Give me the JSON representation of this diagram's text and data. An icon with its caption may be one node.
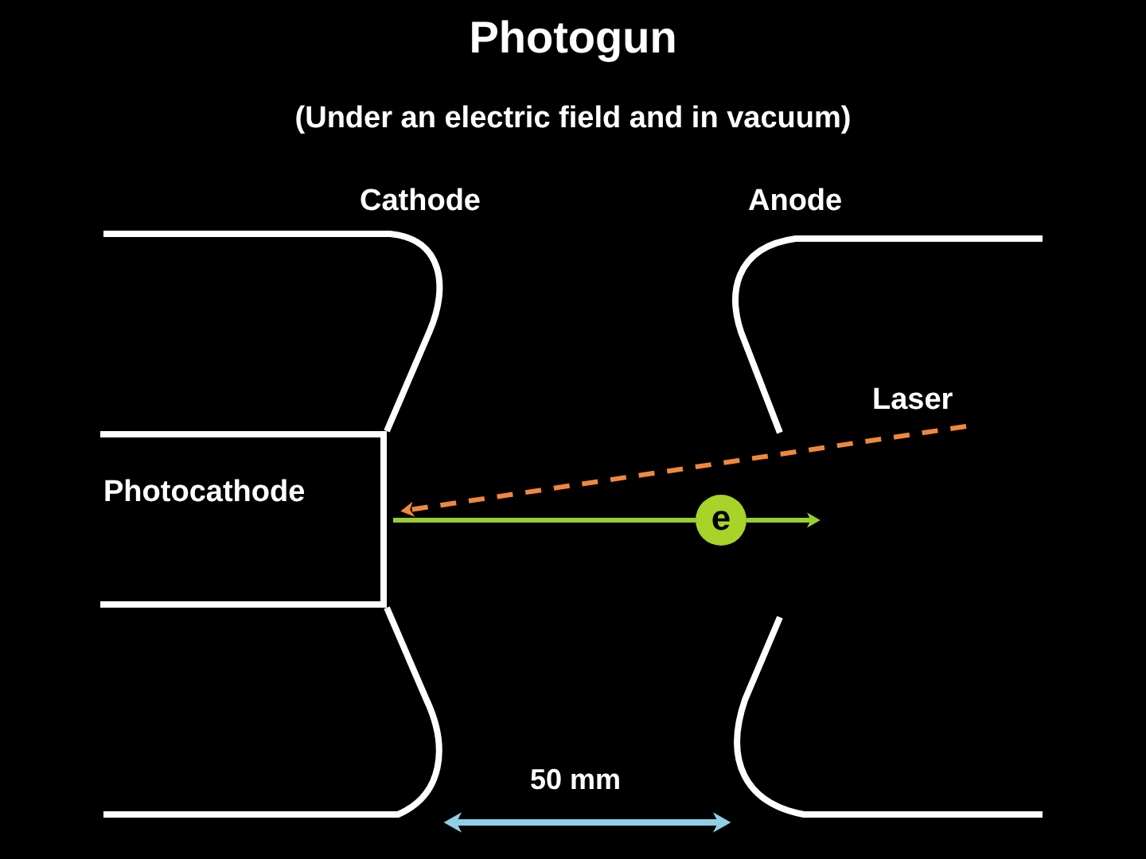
{
  "diagram": {
    "title": "Photogun",
    "nodes": [
      {
        "text": [
          "Photocathode"
        ]
      },
      {
        "text": [
          "Laser"
        ]
      },
      {
        "text": [
          "e"
        ]
      }
    ],
    "edges": [
      {
        "from": 1,
        "to": 0,
        "arrow": "to",
        "style": "dashed",
        "color": "#f0883c"
      },
      {
        "from": 0,
        "to": 2,
        "arrow": "none",
        "color": "#9acd32"
      },
      {
        "from": 2,
        "to": null,
        "arrow": "to",
        "color": "#9acd32"
      }
    ],
    "labels": [
      "(Under an electric field and in vacuum)",
      "Cathode",
      "Anode",
      "50 mm"
    ]
  }
}
